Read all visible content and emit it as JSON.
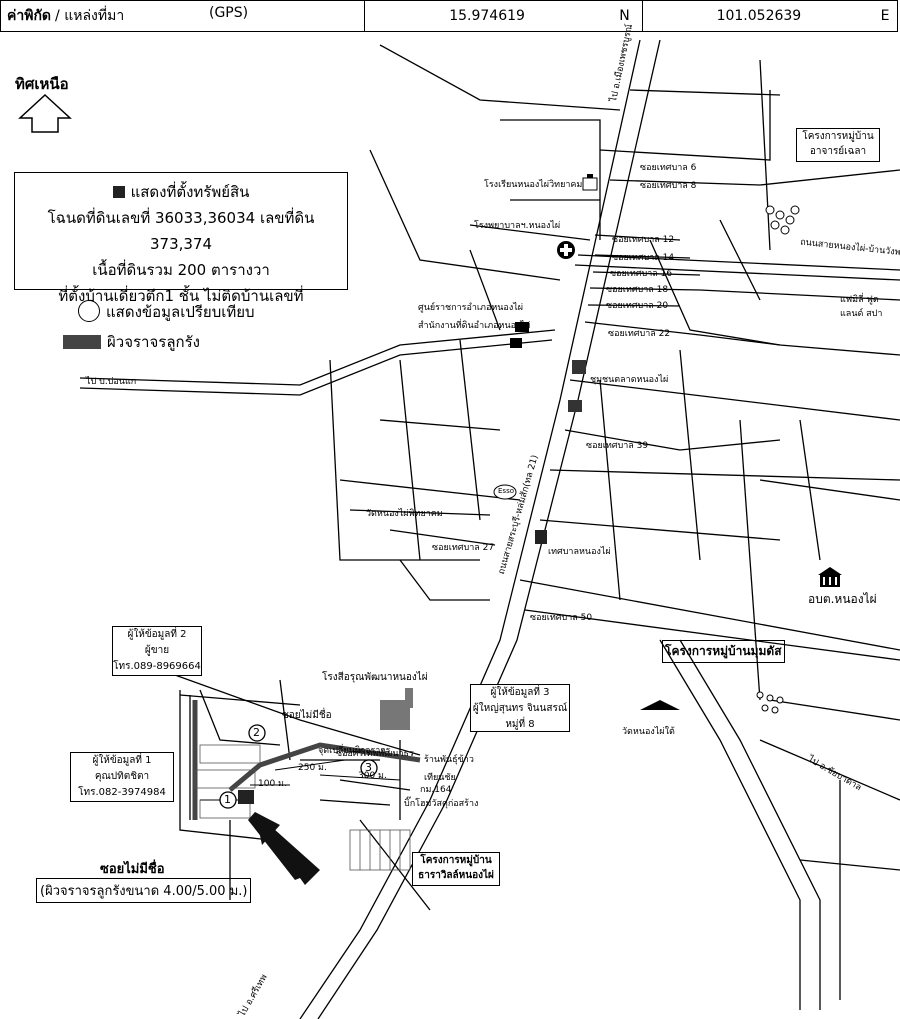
{
  "header": {
    "coord_label": "ค่าพิกัด",
    "source_label": "/ แหล่งที่มา",
    "gps": "(GPS)",
    "lat": "15.974619",
    "lat_dir": "N",
    "lon": "101.052639",
    "lon_dir": "E"
  },
  "north": {
    "label": "ทิศเหนือ"
  },
  "legend": {
    "l1": "แสดงที่ตั้งทรัพย์สิน",
    "l2": "โฉนดที่ดินเลขที่ 36033,36034 เลขที่ดิน 373,374",
    "l3": "เนื้อที่ดินรวม 200 ตารางวา",
    "l4": "ที่ตั้งบ้านเดี่ยวตึก1  ชั้น ไม่ติดบ้านเลขที่",
    "compare": "แสดงข้อมูลเปรียบเทียบ",
    "road": "ผิวจราจรลูกรัง"
  },
  "places": {
    "school": "โรงเรียนหนองไผ่วิทยาคม",
    "hospital": "โรงพยาบาลฯ.หนองไผ่",
    "gov_center": "ศูนย์ราชการอำเภอหนองไผ่",
    "land_office": "สำนักงานที่ดินอำเภอหนองไผ่",
    "market": "ชุมชนตลาดหนองไผ่",
    "temple_pittaya": "วัดหนองไผ่พิทยาคม",
    "municipal": "เทศบาลหนองไผ่",
    "obt": "อบต.หนองไผ่",
    "village_mumdut": "โครงการหมู่บ้านมุมดัส",
    "temple_south": "วัดหนองไผ่ใต้",
    "village_archa": "โครงการหมู่บ้าน อาจารย์เฉลา",
    "family_food": "แฟมิลี่ ฟูด แลนด์ สปา",
    "rubber_factory": "โรงสีอรุณพัฒนาหนองไผ่",
    "bigc": "บิ๊กโฮมวัสดุก่อสร้าง",
    "village_thara": "โครงการหมู่บ้าน ธาราวิลล์หนองไผ่",
    "start_point": "จุดเปลี่ยนผิวจราจร",
    "km": "กม.164",
    "esso": "Esso",
    "pantakhao": "ร้านพันธุ์ข้าว",
    "tianchai": "เทียนชัย"
  },
  "roads": {
    "main_north": "ไป อ.เมืองเพชรบูรณ์",
    "main": "ถนนสายสระบุรี-หล่มสัก(ทล 21)",
    "to_srithep": "ไป อ.ศรีเทพ",
    "to_nongpai": "ถนนสายหนองไผ่-บ้านวังพง",
    "to_chaibadan": "ไป อ.ชัยบาดาล",
    "soi_6": "ซอยเทศบาล 6",
    "soi_8": "ซอยเทศบาล 8",
    "soi_12": "ซอยเทศบาล 12",
    "soi_14": "ซอยเทศบาล 14",
    "soi_16": "ซอยเทศบาล 16",
    "soi_18": "ซอยเทศบาล 18",
    "soi_20": "ซอยเทศบาล 20",
    "soi_22": "ซอยเทศบาล 22",
    "soi_39": "ซอยเทศบาล 39",
    "soi_27": "ซอยเทศบาล 27",
    "soi_50": "ซอยเทศบาล 50",
    "soi_mai_mee_chue": "ซอยไม่มีชื่อ",
    "soi_srithep": "ซอยศรีเทพพัฒนาธร",
    "to_bokhon": "ไป บ.บ่อนแก"
  },
  "informants": {
    "i1_title": "ผู้ให้ข้อมูลที่ 1",
    "i1_name": "คุณปทิตชิตา",
    "i1_tel": "โทร.082-3974984",
    "i2_title": "ผู้ให้ข้อมูลที่ 2",
    "i2_name": "ผู้ขาย",
    "i2_tel": "โทร.089-8969664",
    "i3_title": "ผู้ให้ข้อมูลที่ 3",
    "i3_name": "ผู้ใหญ่สุนทร จินนสรณ์",
    "i3_extra": "หมู่ที่ 8"
  },
  "markers": {
    "m1": "1",
    "m2": "2",
    "m3": "3"
  },
  "distances": {
    "d100": "100 ม.",
    "d250": "250 ม.",
    "d300": "300 ม."
  },
  "bottom_note": {
    "title": "ซอยไม่มีชื่อ",
    "detail": "(ผิวจราจรลูกรังขนาด 4.00/5.00 ม.)"
  },
  "colors": {
    "ink": "#000000",
    "road_fill": "#444444",
    "property": "#222222"
  }
}
